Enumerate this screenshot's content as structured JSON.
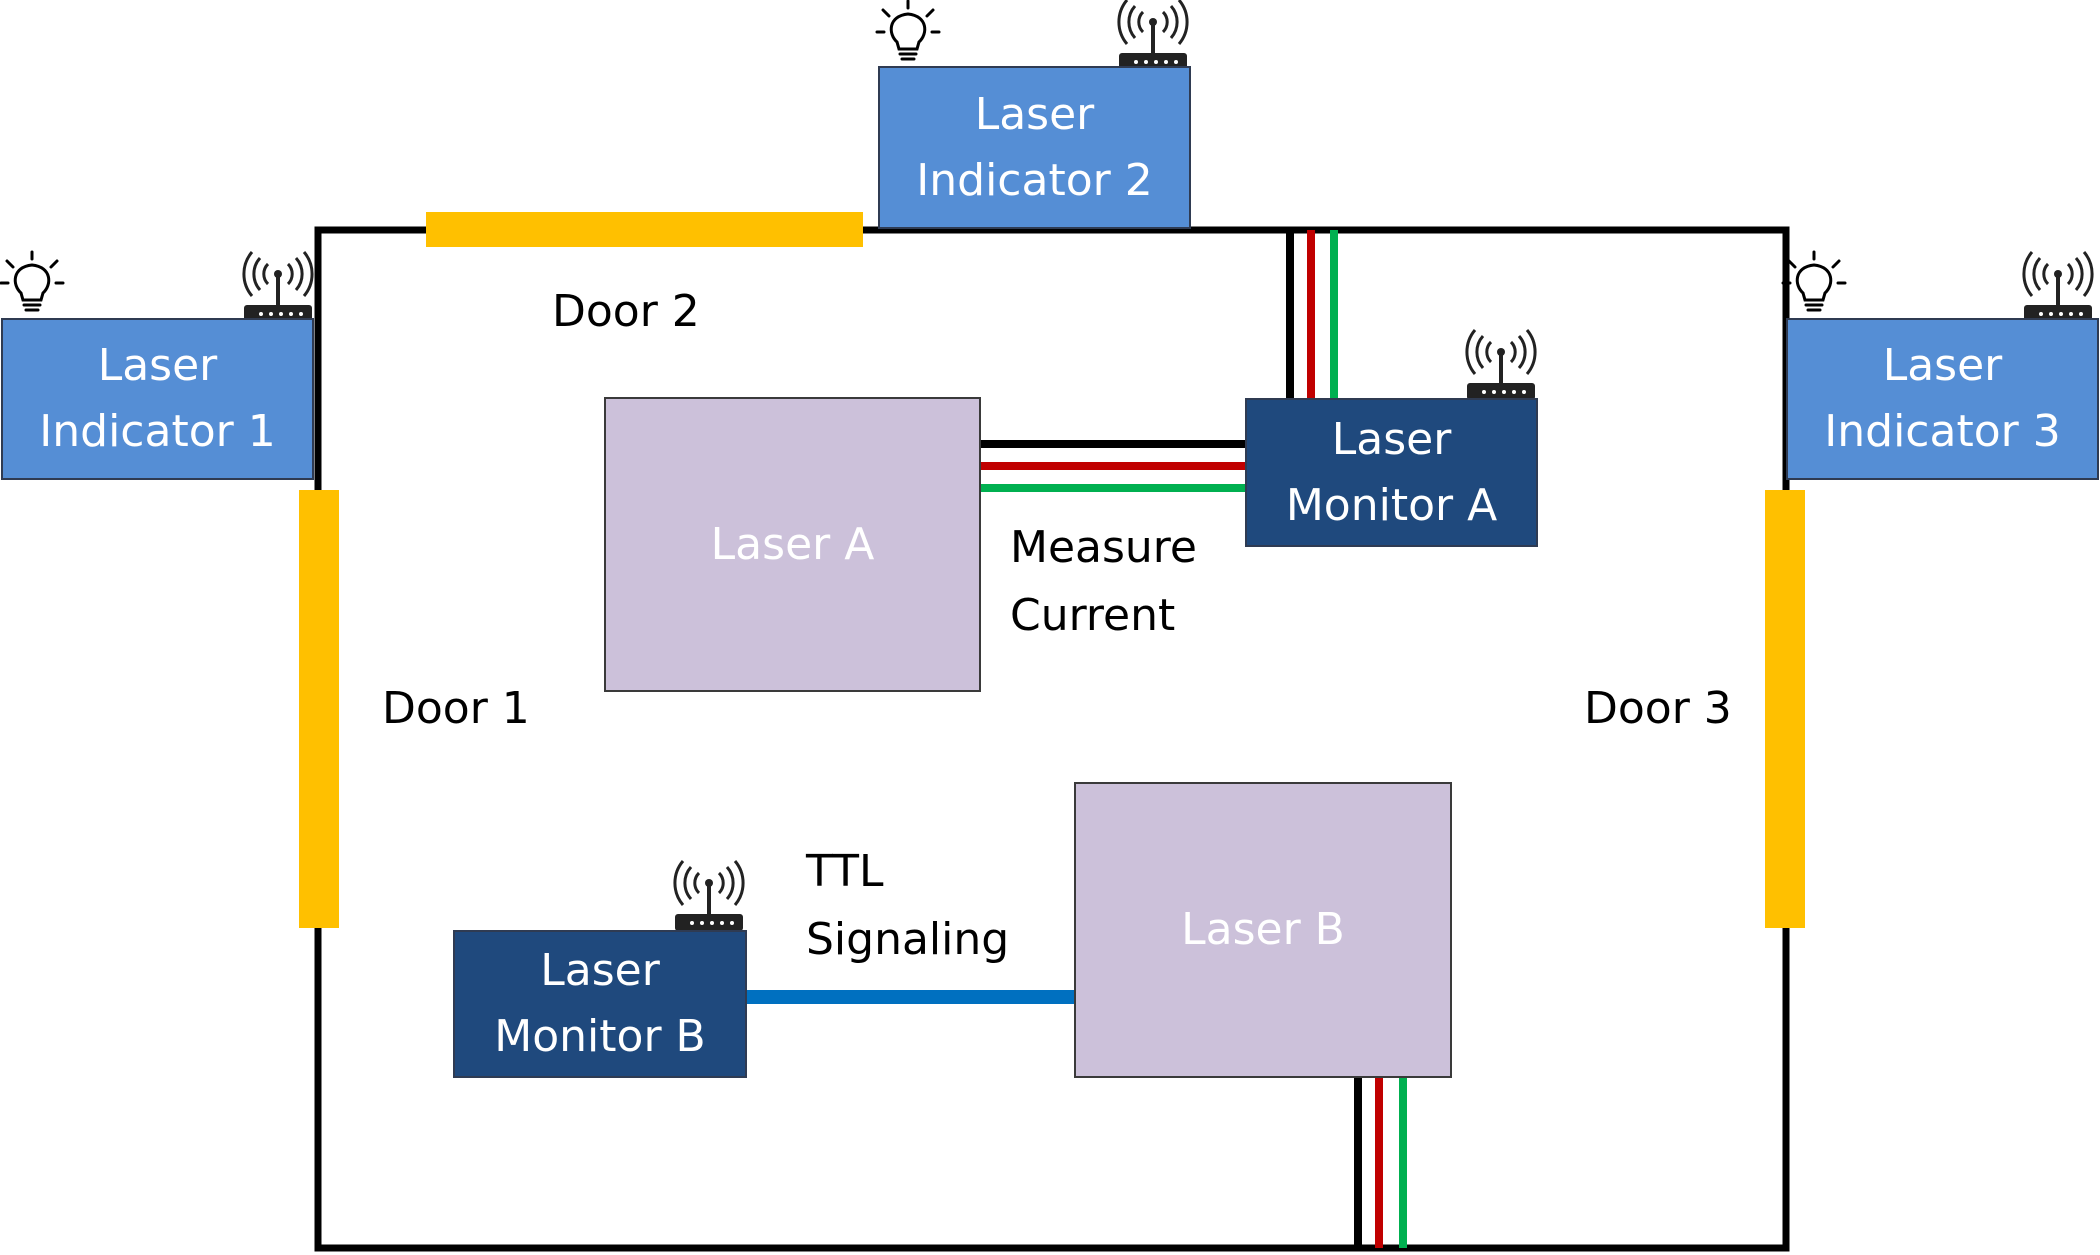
{
  "indicators": [
    {
      "name": "Laser\nIndicator 1"
    },
    {
      "name": "Laser\nIndicator 2"
    },
    {
      "name": "Laser\nIndicator 3"
    }
  ],
  "monitors": [
    {
      "name": "Laser\nMonitor A"
    },
    {
      "name": "Laser\nMonitor B"
    }
  ],
  "lasers": [
    {
      "name": "Laser A"
    },
    {
      "name": "Laser B"
    }
  ],
  "doors": [
    {
      "label": "Door 1"
    },
    {
      "label": "Door 2"
    },
    {
      "label": "Door 3"
    }
  ],
  "connections": {
    "measure_current": "Measure\nCurrent",
    "ttl_signaling": "TTL\nSignaling"
  },
  "colors": {
    "wall": "#000000",
    "door": "#ffc000",
    "indicator": "#558ed5",
    "monitor": "#1f497d",
    "laser": "#ccc1da",
    "wire_black": "#000000",
    "wire_red": "#c00000",
    "wire_green": "#00b050",
    "ttl_line": "#0070c0"
  },
  "icons": {
    "indicator_light": "lightbulb-icon",
    "wireless": "wireless-router-icon"
  }
}
